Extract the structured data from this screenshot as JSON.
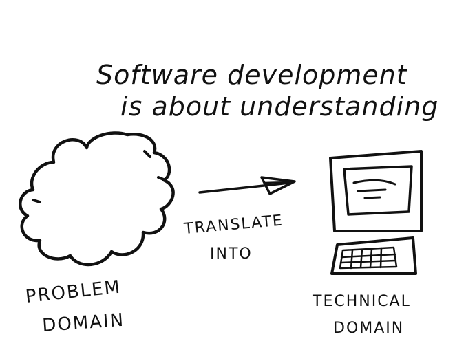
{
  "title": {
    "line1": "Software development",
    "line2": "is about understanding"
  },
  "left": {
    "label_line1": "PROBLEM",
    "label_line2": "DOMAIN"
  },
  "arrow": {
    "label_line1": "TRANSLATE",
    "label_line2": "INTO"
  },
  "right": {
    "label_line1": "TECHNICAL",
    "label_line2": "DOMAIN"
  },
  "colors": {
    "ink": "#111111",
    "background": "#ffffff"
  }
}
